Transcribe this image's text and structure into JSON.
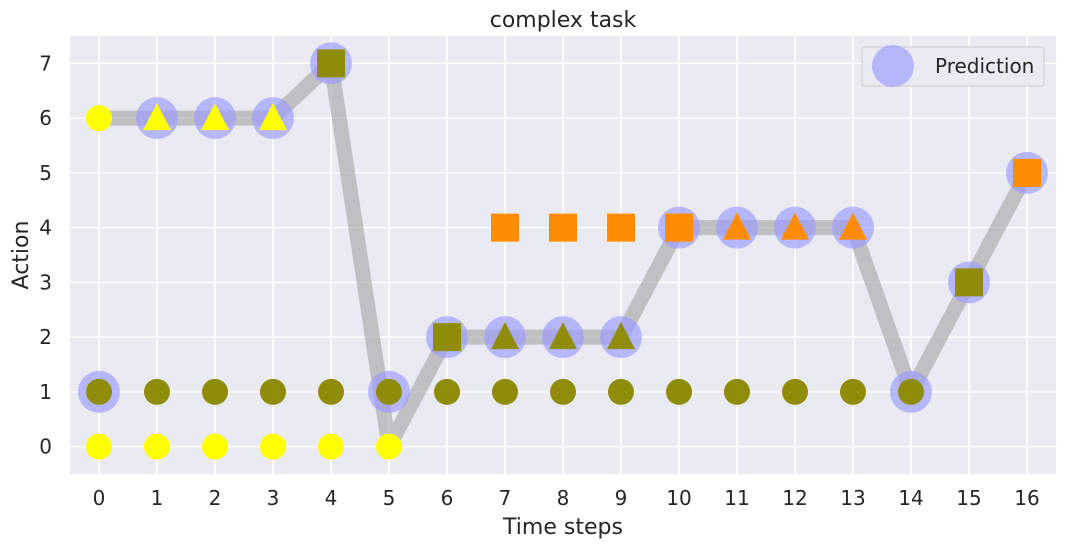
{
  "chart_data": {
    "type": "scatter",
    "title": "complex task",
    "xlabel": "Time steps",
    "ylabel": "Action",
    "xlim": [
      -0.5,
      16.5
    ],
    "ylim": [
      -0.5,
      7.5
    ],
    "xticks": [
      0,
      1,
      2,
      3,
      4,
      5,
      6,
      7,
      8,
      9,
      10,
      11,
      12,
      13,
      14,
      15,
      16
    ],
    "yticks": [
      0,
      1,
      2,
      3,
      4,
      5,
      6,
      7
    ],
    "grid": true,
    "legend": {
      "position": "top-right",
      "entries": [
        "Prediction"
      ]
    },
    "colors": {
      "background": "#EAEAF2",
      "grid": "#FFFFFF",
      "path": "#A9A9A9",
      "prediction": "#9999FF",
      "yellow": "#FFFF00",
      "olive": "#8F8C0A",
      "orange": "#FF8C00"
    },
    "path": {
      "x": [
        0,
        1,
        2,
        3,
        4,
        5,
        6,
        7,
        8,
        9,
        10,
        11,
        12,
        13,
        14,
        15,
        16
      ],
      "y": [
        6,
        6,
        6,
        6,
        7,
        0,
        2,
        2,
        2,
        2,
        4,
        4,
        4,
        4,
        1,
        3,
        5
      ]
    },
    "series": [
      {
        "name": "Prediction",
        "marker": "large-circle",
        "color": "#9999FF",
        "points": [
          [
            0,
            1
          ],
          [
            1,
            6
          ],
          [
            2,
            6
          ],
          [
            3,
            6
          ],
          [
            4,
            7
          ],
          [
            5,
            1
          ],
          [
            6,
            2
          ],
          [
            7,
            2
          ],
          [
            8,
            2
          ],
          [
            9,
            2
          ],
          [
            10,
            4
          ],
          [
            11,
            4
          ],
          [
            12,
            4
          ],
          [
            13,
            4
          ],
          [
            14,
            1
          ],
          [
            15,
            3
          ],
          [
            16,
            5
          ]
        ]
      },
      {
        "marker": "circle",
        "color": "#FFFF00",
        "points": [
          [
            0,
            6
          ],
          [
            0,
            0
          ],
          [
            1,
            0
          ],
          [
            2,
            0
          ],
          [
            3,
            0
          ],
          [
            4,
            0
          ],
          [
            5,
            0
          ]
        ]
      },
      {
        "marker": "circle",
        "color": "#8F8C0A",
        "points": [
          [
            0,
            1
          ],
          [
            1,
            1
          ],
          [
            2,
            1
          ],
          [
            3,
            1
          ],
          [
            4,
            1
          ],
          [
            5,
            1
          ],
          [
            6,
            1
          ],
          [
            7,
            1
          ],
          [
            8,
            1
          ],
          [
            9,
            1
          ],
          [
            10,
            1
          ],
          [
            11,
            1
          ],
          [
            12,
            1
          ],
          [
            13,
            1
          ],
          [
            14,
            1
          ]
        ]
      },
      {
        "marker": "triangle",
        "color": "#FFFF00",
        "points": [
          [
            1,
            6
          ],
          [
            2,
            6
          ],
          [
            3,
            6
          ]
        ]
      },
      {
        "marker": "triangle",
        "color": "#8F8C0A",
        "points": [
          [
            7,
            2
          ],
          [
            8,
            2
          ],
          [
            9,
            2
          ]
        ]
      },
      {
        "marker": "triangle",
        "color": "#FF8C00",
        "points": [
          [
            11,
            4
          ],
          [
            12,
            4
          ],
          [
            13,
            4
          ]
        ]
      },
      {
        "marker": "square",
        "color": "#8F8C0A",
        "points": [
          [
            4,
            7
          ],
          [
            6,
            2
          ],
          [
            15,
            3
          ]
        ]
      },
      {
        "marker": "square",
        "color": "#FF8C00",
        "points": [
          [
            7,
            4
          ],
          [
            8,
            4
          ],
          [
            9,
            4
          ],
          [
            10,
            4
          ],
          [
            16,
            5
          ]
        ]
      }
    ]
  }
}
